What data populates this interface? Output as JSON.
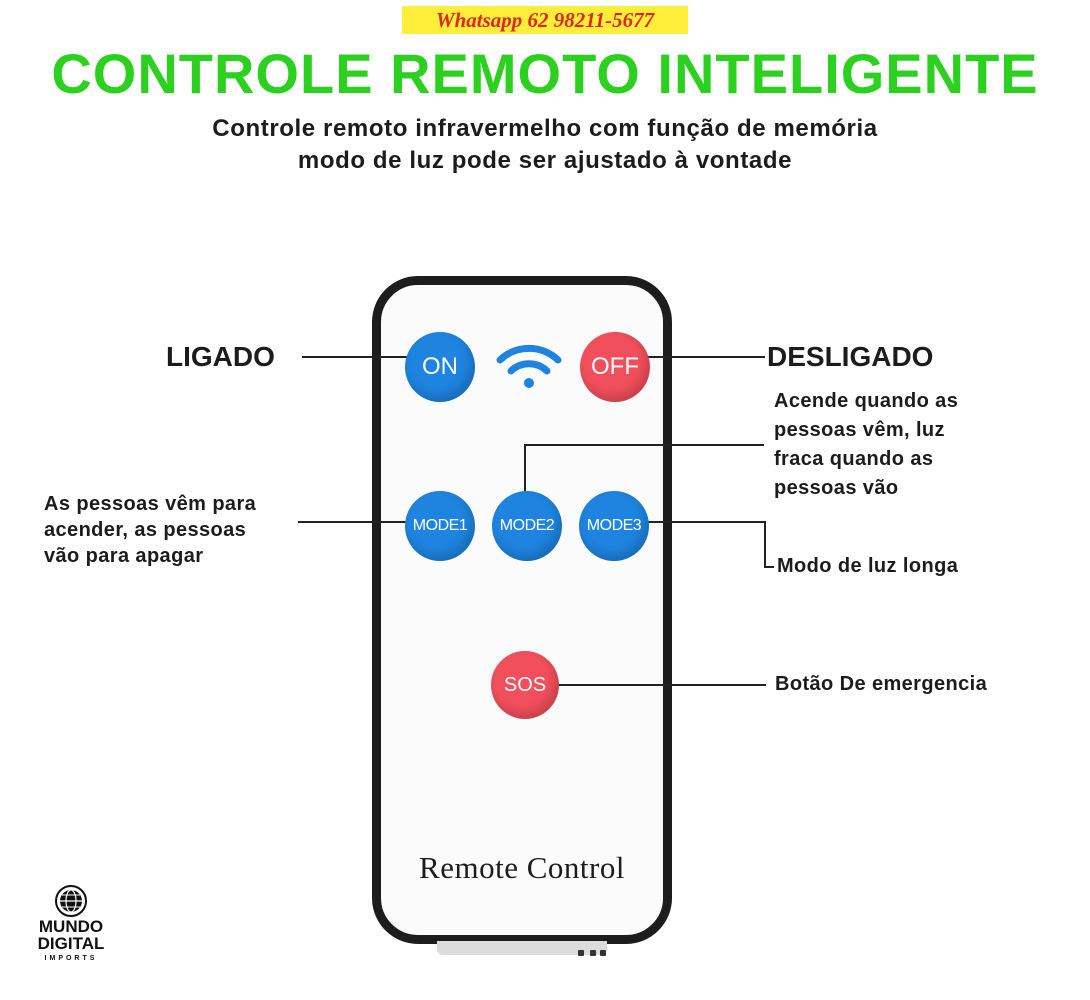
{
  "whatsapp": "Whatsapp 62 98211-5677",
  "title": "CONTROLE REMOTO INTELIGENTE",
  "subtitle": [
    "Controle remoto infravermelho com função de memória",
    "modo de luz pode ser ajustado à vontade"
  ],
  "remote": {
    "buttons": {
      "on": "ON",
      "off": "OFF",
      "mode1": "MODE1",
      "mode2": "MODE2",
      "mode3": "MODE3",
      "sos": "SOS"
    },
    "label": "Remote Control",
    "icons": [
      "wifi-icon"
    ]
  },
  "callouts": {
    "ligado": "LIGADO",
    "desligado": "DESLIGADO",
    "mode1": [
      "As pessoas vêm para",
      "acender, as pessoas",
      "vão para apagar"
    ],
    "mode2": [
      "Acende quando as",
      "pessoas vêm, luz",
      "fraca quando as",
      "pessoas vão"
    ],
    "mode3": "Modo de luz longa",
    "sos": "Botão De emergencia"
  },
  "logo": {
    "line1": "MUNDO",
    "line2": "DIGITAL",
    "line3": "IMPORTS"
  },
  "colors": {
    "title_green": "#2cd11f",
    "button_blue": "#1e84e0",
    "button_red": "#f24f5c",
    "whatsapp_bg": "#ffef3a",
    "whatsapp_text": "#e0261d"
  }
}
